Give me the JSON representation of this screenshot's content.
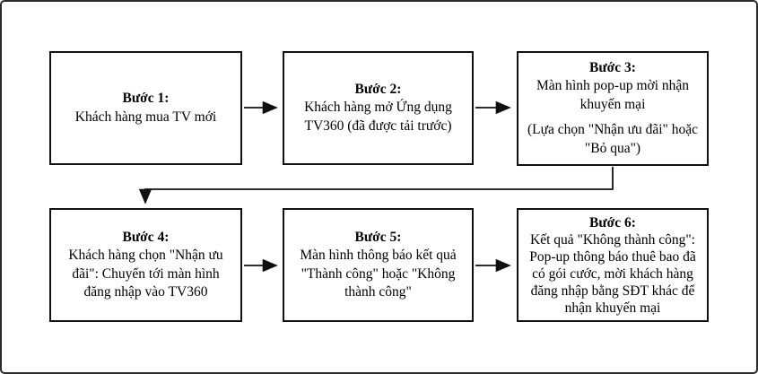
{
  "flowchart": {
    "type": "flowchart",
    "language": "vi",
    "colors": {
      "background": "#ffffff",
      "box_border": "#111111",
      "outer_border": "#2b2b2b",
      "text": "#000000",
      "arrow": "#111111"
    },
    "boxes": [
      {
        "id": "step-1",
        "title": "Bước 1:",
        "body": [
          "Khách hàng mua TV mới"
        ]
      },
      {
        "id": "step-2",
        "title": "Bước 2:",
        "body": [
          "Khách hàng mở Ứng dụng TV360 (đã được tải trước)"
        ]
      },
      {
        "id": "step-3",
        "title": "Bước 3:",
        "body": [
          "Màn hình pop-up mời nhận khuyến mại",
          "(Lựa chọn \"Nhận ưu đãi\" hoặc \"Bỏ qua\")"
        ]
      },
      {
        "id": "step-4",
        "title": "Bước 4:",
        "body": [
          "Khách hàng chọn \"Nhận ưu đãi\": Chuyển tới màn hình đăng nhập vào TV360"
        ]
      },
      {
        "id": "step-5",
        "title": "Bước 5:",
        "body": [
          "Màn hình thông báo kết quả \"Thành công\" hoặc \"Không thành công\""
        ]
      },
      {
        "id": "step-6",
        "title": "Bước 6:",
        "body": [
          "Kết quả \"Không thành công\": Pop-up thông báo thuê bao đã có gói cước, mời khách hàng đăng nhập bằng SĐT khác để nhận khuyến mại"
        ]
      }
    ],
    "connections": [
      "step-1→step-2",
      "step-2→step-3",
      "step-3→step-4",
      "step-4→step-5",
      "step-5→step-6"
    ]
  }
}
